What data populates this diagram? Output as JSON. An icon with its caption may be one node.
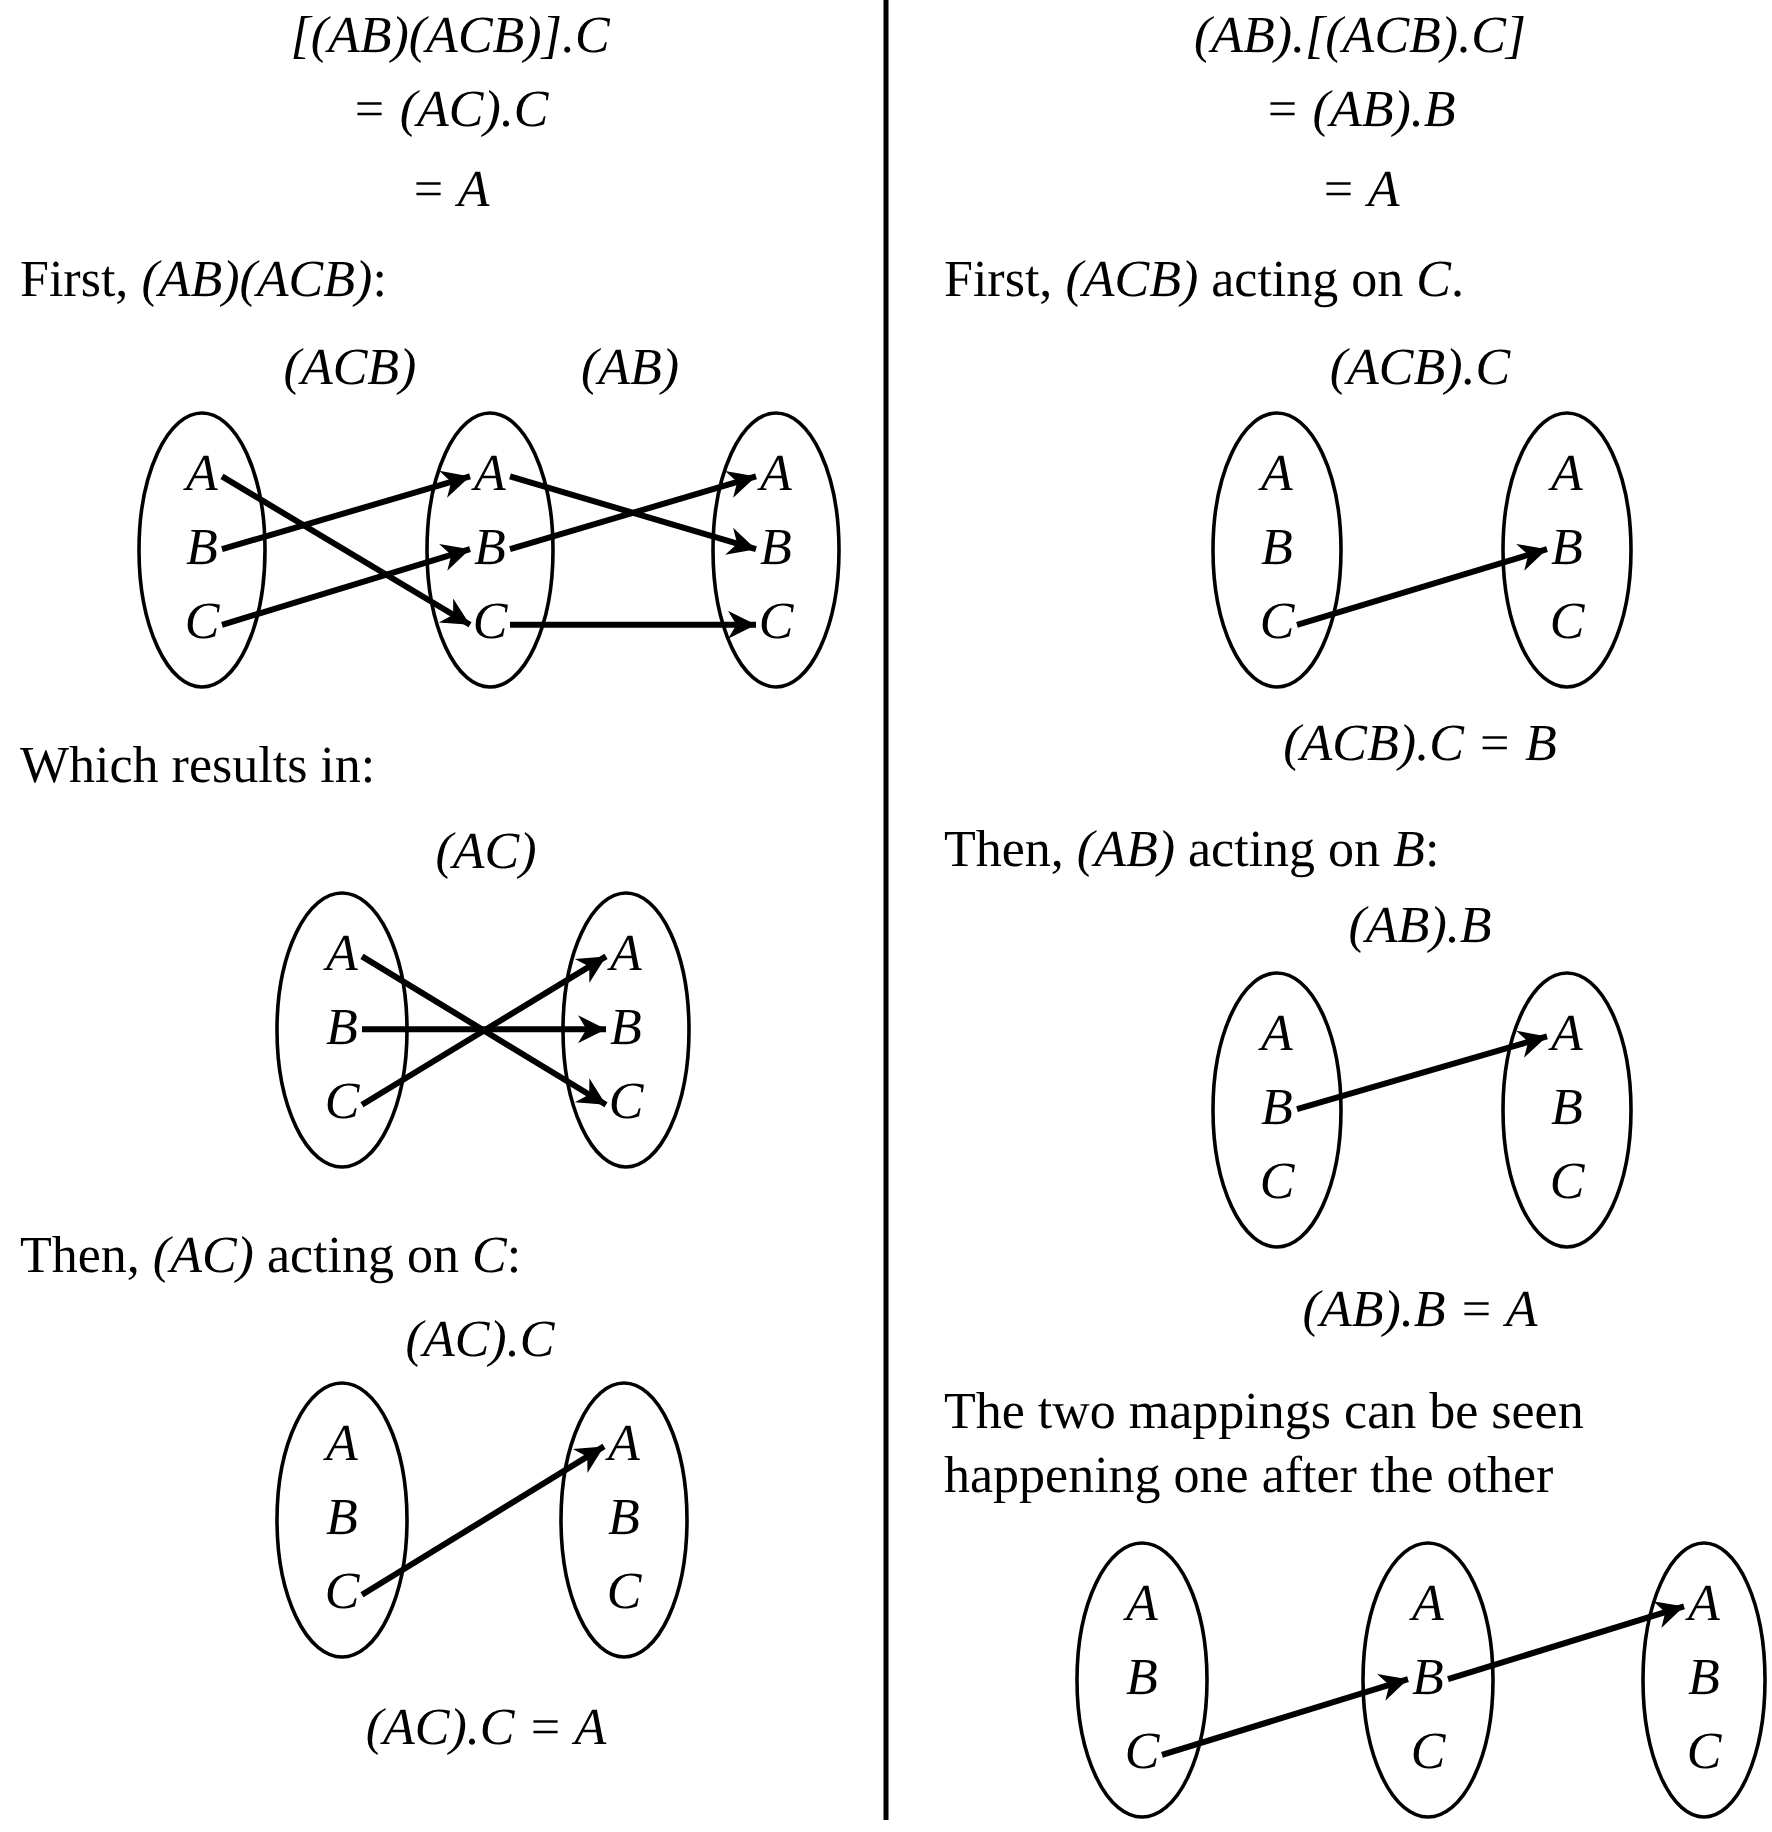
{
  "diagram": {
    "nodes": [
      {
        "text": [],
        "shape": "ellipse"
      },
      {
        "text": [
          "A"
        ],
        "in": 0
      },
      {
        "text": [
          "B"
        ],
        "in": 0
      },
      {
        "text": [
          "C"
        ],
        "in": 0
      },
      {
        "text": [],
        "shape": "ellipse"
      },
      {
        "text": [
          "A"
        ],
        "in": 4
      },
      {
        "text": [
          "B"
        ],
        "in": 4
      },
      {
        "text": [
          "C"
        ],
        "in": 4
      },
      {
        "text": [],
        "shape": "ellipse"
      },
      {
        "text": [
          "A"
        ],
        "in": 8
      },
      {
        "text": [
          "B"
        ],
        "in": 8
      },
      {
        "text": [
          "C"
        ],
        "in": 8
      },
      {
        "text": [],
        "shape": "ellipse"
      },
      {
        "text": [
          "A"
        ],
        "in": 12
      },
      {
        "text": [
          "B"
        ],
        "in": 12
      },
      {
        "text": [
          "C"
        ],
        "in": 12
      },
      {
        "text": [],
        "shape": "ellipse"
      },
      {
        "text": [
          "A"
        ],
        "in": 16
      },
      {
        "text": [
          "B"
        ],
        "in": 16
      },
      {
        "text": [
          "C"
        ],
        "in": 16
      },
      {
        "text": [],
        "shape": "ellipse"
      },
      {
        "text": [
          "A"
        ],
        "in": 20
      },
      {
        "text": [
          "B"
        ],
        "in": 20
      },
      {
        "text": [
          "C"
        ],
        "in": 20
      },
      {
        "text": [],
        "shape": "ellipse"
      },
      {
        "text": [
          "A"
        ],
        "in": 24
      },
      {
        "text": [
          "B"
        ],
        "in": 24
      },
      {
        "text": [
          "C"
        ],
        "in": 24
      },
      {
        "text": [],
        "shape": "ellipse"
      },
      {
        "text": [
          "A"
        ],
        "in": 28
      },
      {
        "text": [
          "B"
        ],
        "in": 28
      },
      {
        "text": [
          "C"
        ],
        "in": 28
      },
      {
        "text": [],
        "shape": "ellipse"
      },
      {
        "text": [
          "A"
        ],
        "in": 32
      },
      {
        "text": [
          "B"
        ],
        "in": 32
      },
      {
        "text": [
          "C"
        ],
        "in": 32
      },
      {
        "text": [],
        "shape": "ellipse"
      },
      {
        "text": [
          "A"
        ],
        "in": 36
      },
      {
        "text": [
          "B"
        ],
        "in": 36
      },
      {
        "text": [
          "C"
        ],
        "in": 36
      },
      {
        "text": [],
        "shape": "ellipse"
      },
      {
        "text": [
          "A"
        ],
        "in": 40
      },
      {
        "text": [
          "B"
        ],
        "in": 40
      },
      {
        "text": [
          "C"
        ],
        "in": 40
      },
      {
        "text": [],
        "shape": "ellipse"
      },
      {
        "text": [
          "A"
        ],
        "in": 44
      },
      {
        "text": [
          "B"
        ],
        "in": 44
      },
      {
        "text": [
          "C"
        ],
        "in": 44
      },
      {
        "text": [],
        "shape": "ellipse"
      },
      {
        "text": [
          "A"
        ],
        "in": 48
      },
      {
        "text": [
          "B"
        ],
        "in": 48
      },
      {
        "text": [
          "C"
        ],
        "in": 48
      },
      {
        "text": [],
        "shape": "ellipse"
      },
      {
        "text": [
          "A"
        ],
        "in": 52
      },
      {
        "text": [
          "B"
        ],
        "in": 52
      },
      {
        "text": [
          "C"
        ],
        "in": 52
      }
    ],
    "edges": [
      {
        "from": 1,
        "to": 7,
        "arrow": "to"
      },
      {
        "from": 2,
        "to": 5,
        "arrow": "to"
      },
      {
        "from": 3,
        "to": 6,
        "arrow": "to"
      },
      {
        "from": 5,
        "to": 10,
        "arrow": "to"
      },
      {
        "from": 6,
        "to": 9,
        "arrow": "to"
      },
      {
        "from": 7,
        "to": 11,
        "arrow": "to"
      },
      {
        "from": 13,
        "to": 19,
        "arrow": "to"
      },
      {
        "from": 14,
        "to": 18,
        "arrow": "to"
      },
      {
        "from": 15,
        "to": 17,
        "arrow": "to"
      },
      {
        "from": 23,
        "to": 25,
        "arrow": "to"
      },
      {
        "from": 31,
        "to": 34,
        "arrow": "to"
      },
      {
        "from": 38,
        "to": 41,
        "arrow": "to"
      },
      {
        "from": 47,
        "to": 50,
        "arrow": "to"
      },
      {
        "from": 50,
        "to": 53,
        "arrow": "to"
      }
    ],
    "labels": [
      "[(AB)(ACB)].C",
      "= (AC).C",
      "= A",
      "First, *(AB)(ACB)*:",
      "(ACB)",
      "(AB)",
      "Which results in:",
      "(AC)",
      "Then, *(AC)* acting on *C*:",
      "(AC).C",
      "(AC).C = A",
      "(AB).[(ACB).C]",
      "= (AB).B",
      "= A",
      "First, *(ACB)* acting on *C*.",
      "(ACB).C",
      "(ACB).C = B",
      "Then, *(AB)* acting on *B*:",
      "(AB).B",
      "(AB).B = A",
      "The two mappings can be seen happening one after the other"
    ]
  }
}
